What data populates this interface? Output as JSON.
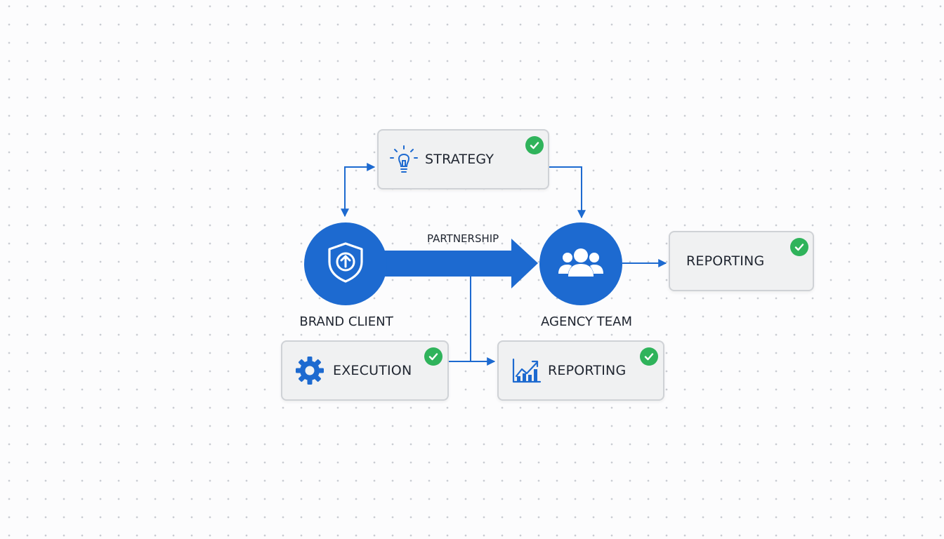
{
  "nodes": {
    "brand_client": {
      "label": "BRAND CLIENT",
      "icon": "shield-arrow-up-icon"
    },
    "agency_team": {
      "label": "AGENCY TEAM",
      "icon": "team-icon"
    }
  },
  "arrow": {
    "label": "PARTNERSHIP"
  },
  "cards": {
    "strategy": {
      "label": "STRATEGY",
      "icon": "lightbulb-icon",
      "status": "check-icon"
    },
    "reporting_top": {
      "label": "REPORTING",
      "status": "check-icon"
    },
    "execution": {
      "label": "EXECUTION",
      "icon": "gear-icon",
      "status": "check-icon"
    },
    "reporting_bottom": {
      "label": "REPORTING",
      "icon": "bar-chart-icon",
      "status": "check-icon"
    }
  },
  "colors": {
    "primary_blue": "#1d6ad0",
    "check_green": "#2fb35b",
    "card_bg": "#f0f1f2",
    "card_border": "#cfd2d6",
    "text": "#1f2530"
  }
}
